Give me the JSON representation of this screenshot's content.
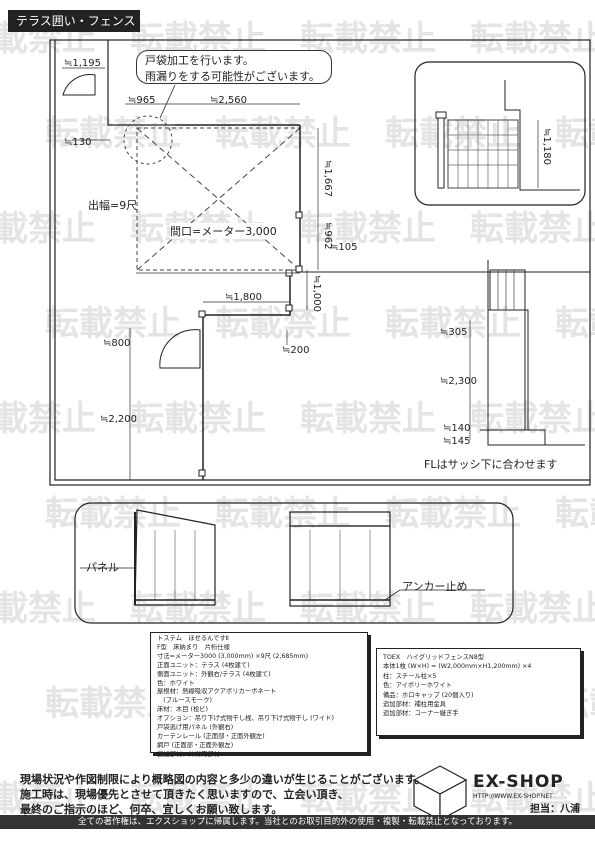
{
  "title": "テラス囲い・フェンス",
  "note": {
    "line1": "戸袋加工を行います。",
    "line2": "雨漏りをする可能性がございます。"
  },
  "plan": {
    "dims": {
      "d1195": "≒1,195",
      "d965": "≒965",
      "d2560": "≒2,560",
      "d130": "≒130",
      "d1667": "≒1,667",
      "d962": "≒962",
      "d105": "≒105",
      "d1000": "≒1,000",
      "d1800": "≒1,800",
      "d800": "≒800",
      "d200": "≒200",
      "d2200": "≒2,200"
    },
    "depth_label": "出幅=9尺",
    "frontage_label": "間口=メーター3,000"
  },
  "side": {
    "d1180": "≒1,180",
    "d305": "≒305",
    "d2300": "≒2,300",
    "d140": "≒140",
    "d145": "≒145",
    "fl_note": "FLはサッシ下に合わせます"
  },
  "elevation": {
    "panel_label": "パネル",
    "anchor_label": "アンカー止め"
  },
  "spec1": [
    "トステム　ほせるんですⅡ",
    "F型　床納まり　片桁仕様",
    "寸法=メーター3000 (3,000mm) ×9尺 (2,685mm)",
    "正面ユニット：テラス (4枚建て)",
    "側面ユニット：外観右/テラス (4枚建て)",
    "色：ホワイト",
    "屋根材：熱線吸収アクアポリカーボネート",
    "　(ブルースモーク)",
    "床材：木目 (桧ビ)",
    "オプション：吊り下げ式物干し桟、吊り下げ式物干し (ワイド)",
    "戸袋逃げ用パネル (外観右)",
    "カーテンレール (正面部・正面外観左)",
    "網戸 (正面部・正面外観左)",
    "追加部材：片桁用部材"
  ],
  "spec2": [
    "TOEX　ハイグリッドフェンスN8型",
    "本体1枚 (W×H) = (W2,000mm×H1,200mm) ×4",
    "柱：スチール柱×5",
    "色：アイボリーホワイト",
    "備品：ホロキャップ (20個入り)",
    "追加部材：補柱用金具",
    "追加部材：コーナー継ぎ手"
  ],
  "disclaimer": [
    "現場状況や作図制限により概略図の内容と多少の違いが生じることがございます。",
    "施工時は、現場優先とさせて頂きたく思いますので、立会い頂き、",
    "最終のご指示のほど、何卒、宜しくお願い致します。"
  ],
  "logo": {
    "name": "EX-SHOP",
    "url": "HTTP://WWW.EX-SHOP.NET",
    "staff": "担当：八浦"
  },
  "footer": "全ての著作権は、エクスショップに帰属します。当社とのお取引目的外の使用・複製・転載禁止となっております。",
  "watermark": "転載禁止"
}
